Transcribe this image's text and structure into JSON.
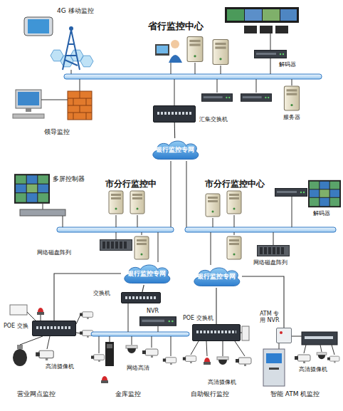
{
  "diagram": {
    "nodes": [
      {
        "text": [
          "汇集交换机"
        ]
      },
      {
        "text": [
          "银行监控专网"
        ]
      },
      {
        "text": [
          "银行监控专网"
        ]
      },
      {
        "text": [
          "银行监控专网"
        ]
      },
      {
        "text": [
          "交换机"
        ]
      },
      {
        "text": [
          "POE 交换"
        ]
      },
      {
        "text": [
          "POE 交换机"
        ]
      },
      {
        "text": [
          "ATM 专用 NVR"
        ]
      }
    ],
    "edges": [
      {
        "from": 0,
        "to": 1,
        "arrow": "none"
      },
      {
        "from": 2,
        "to": 5,
        "arrow": "none"
      },
      {
        "from": 2,
        "to": 4,
        "arrow": "none"
      },
      {
        "from": 3,
        "to": 6,
        "arrow": "none"
      },
      {
        "from": 3,
        "to": 7,
        "arrow": "none"
      }
    ],
    "labels": [
      "4G 移动监控",
      "省行监控中心",
      "解码器",
      "领导监控",
      "服务器",
      "多屏控制器",
      "市分行监控中",
      "市分行监控中心",
      "解码器",
      "网络磁盘阵列",
      "网络磁盘阵列",
      "NVR",
      "高清摄像机",
      "网络高清",
      "高清摄像机",
      "高清摄像机",
      "营业网点监控",
      "金库监控",
      "自助银行监控",
      "智能 ATM 机监控"
    ]
  }
}
